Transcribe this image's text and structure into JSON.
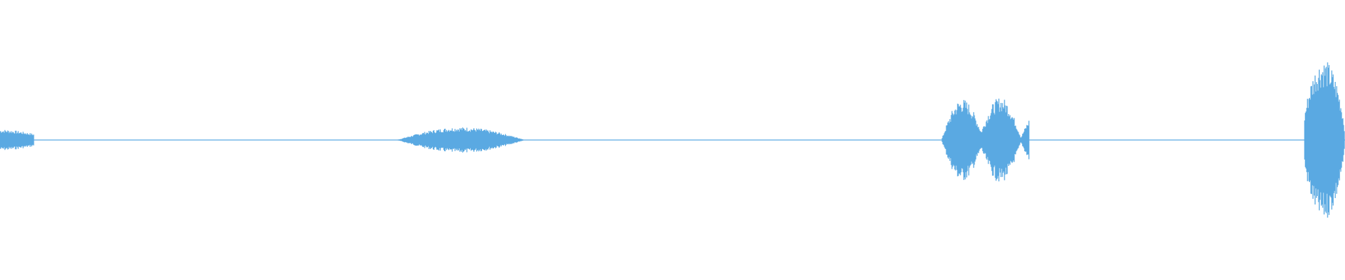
{
  "waveform": {
    "color": "#5aa9e2",
    "background": "#ffffff",
    "segments": [
      {
        "start": 0.0,
        "end": 0.025,
        "peak": 0.13
      },
      {
        "start": 0.295,
        "end": 0.405,
        "peak": 0.16
      },
      {
        "start": 0.7,
        "end": 0.765,
        "peak": 0.55
      },
      {
        "start": 0.97,
        "end": 1.0,
        "peak": 1.0
      }
    ]
  }
}
